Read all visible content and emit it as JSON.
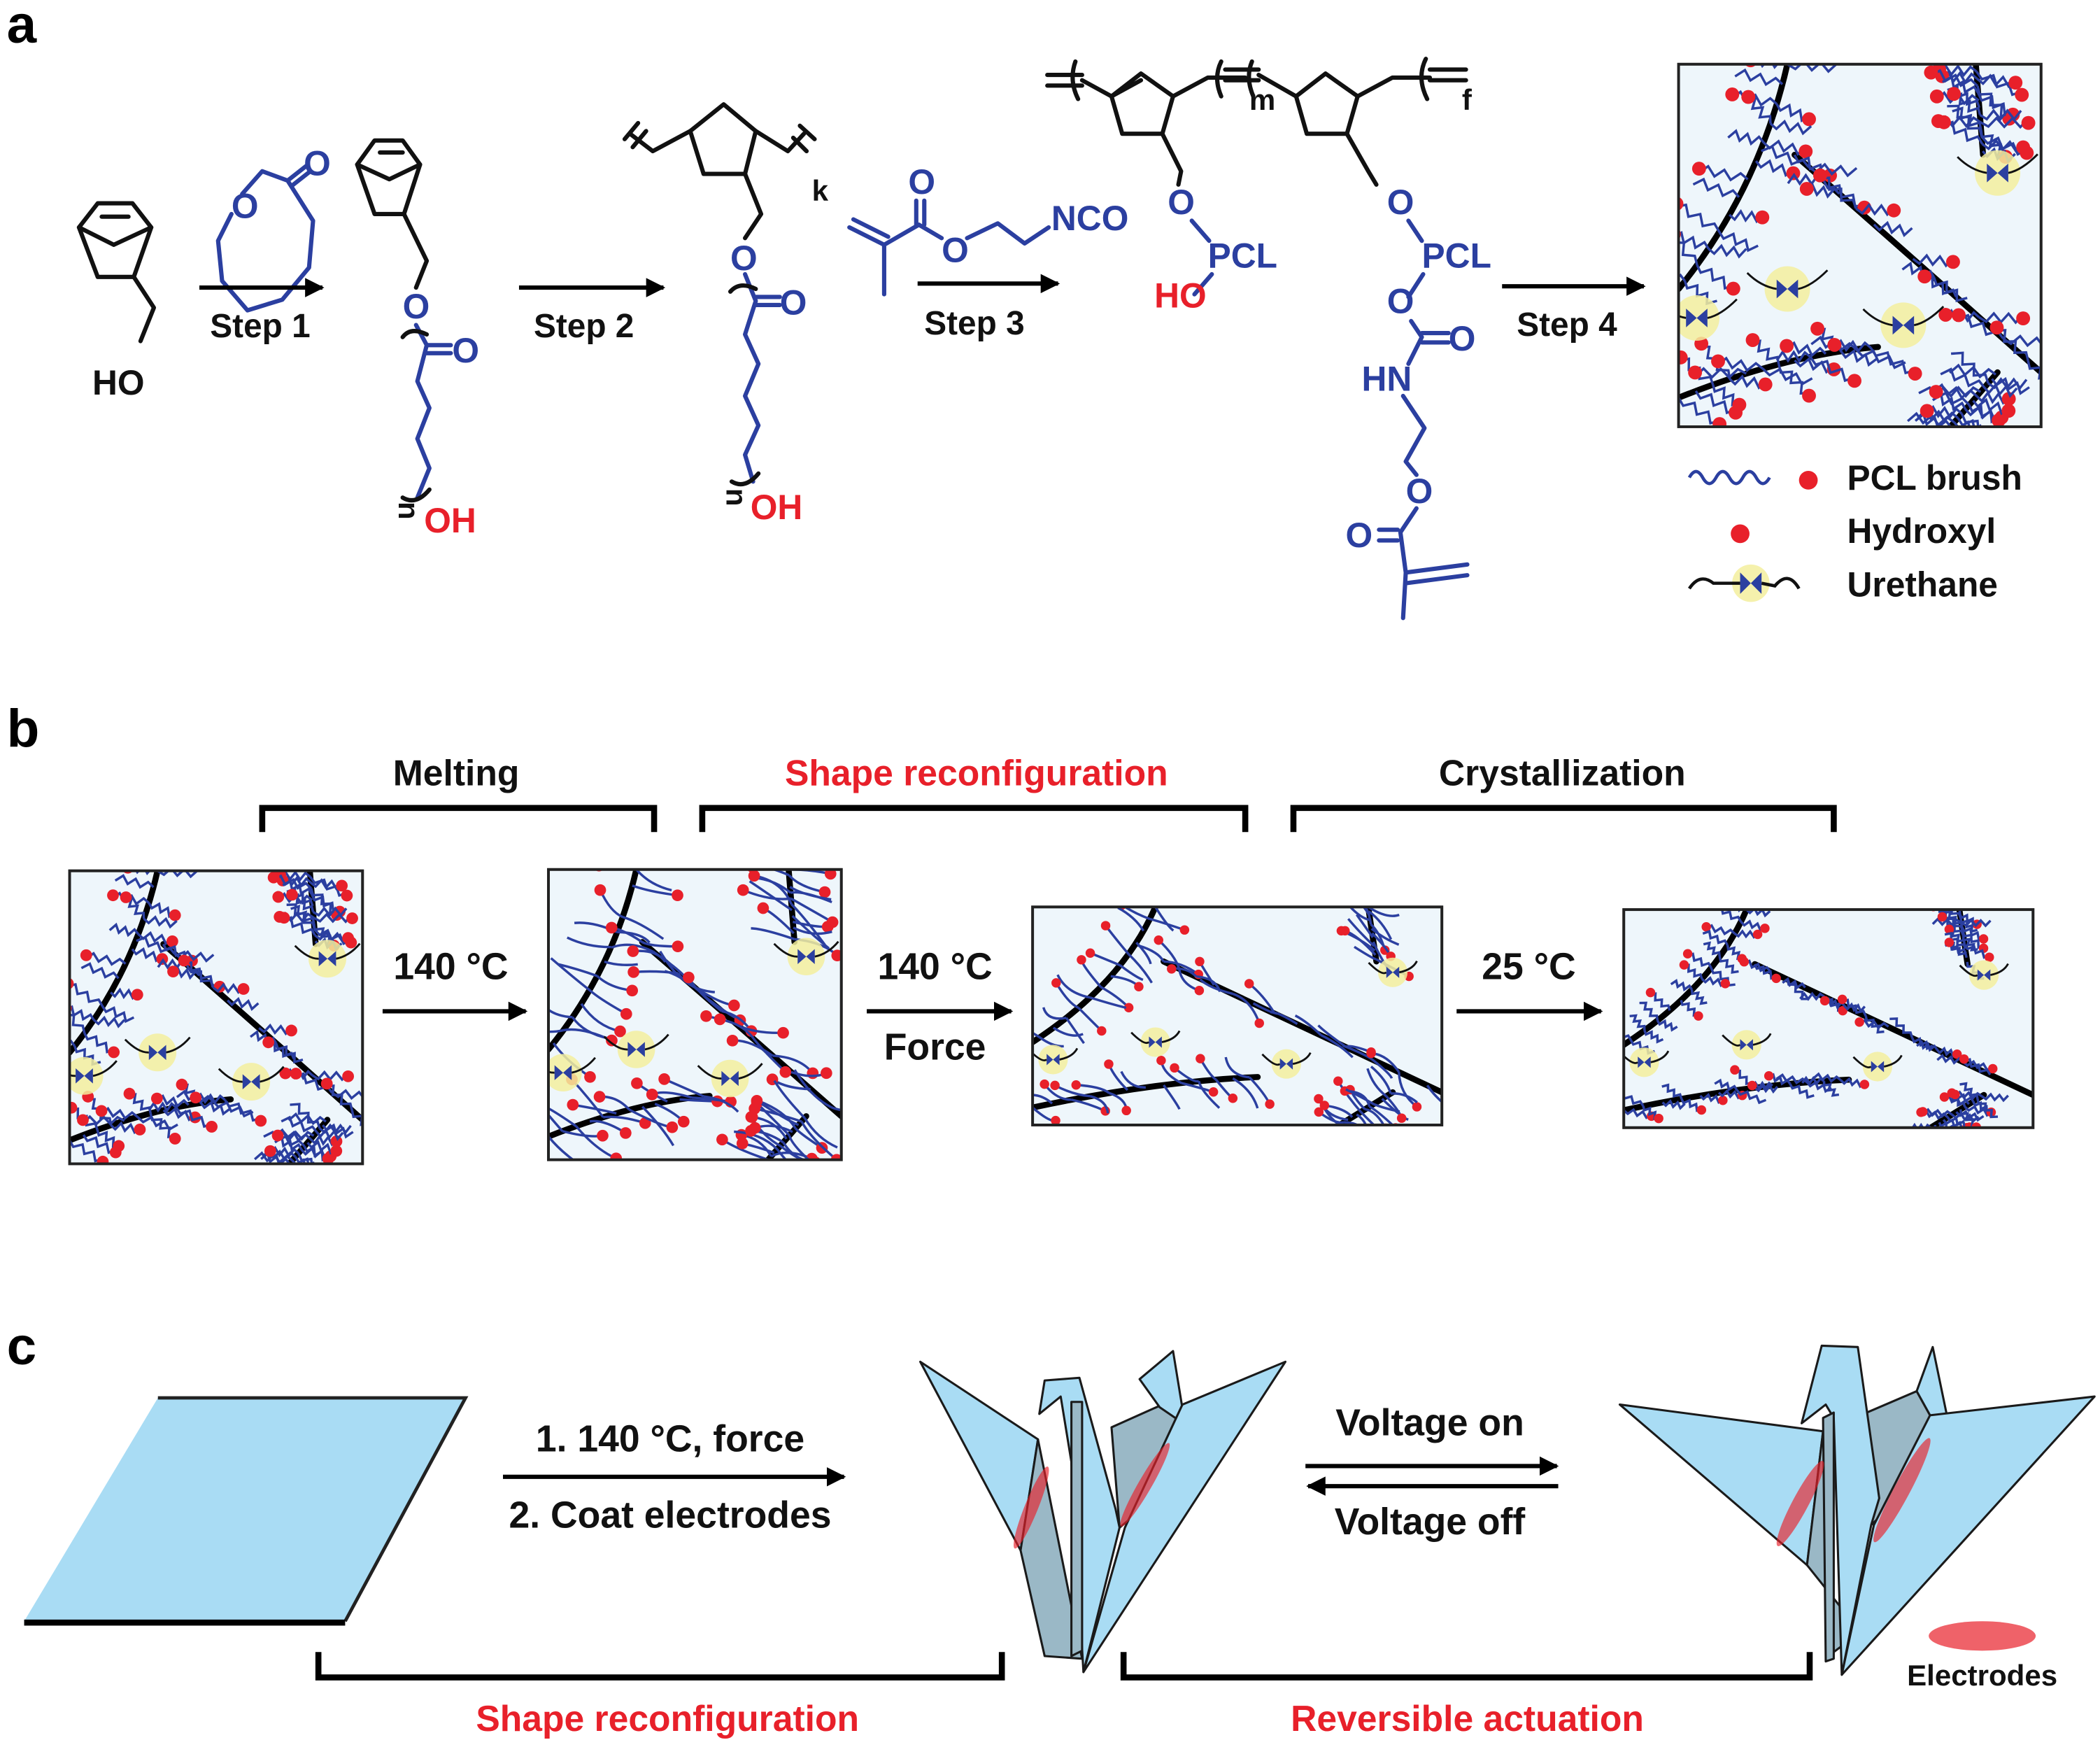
{
  "colors": {
    "pcl_blue": "#2b3fa0",
    "hydroxyl_red": "#e8202a",
    "network_bg": "#eef6fb",
    "urethane_halo": "#f3ee9e",
    "paper_blue": "#a9dcf4",
    "paper_shade": "#9ab8c6",
    "emphasis_red": "#e8202a"
  },
  "panel_a": {
    "letter": "a",
    "start_material": {
      "ho": "HO"
    },
    "caprolactone": {
      "o_ring": "O",
      "o_carbonyl": "O"
    },
    "steps": [
      "Step 1",
      "Step 2",
      "Step 3",
      "Step 4"
    ],
    "macromonomer": {
      "o_ester": "O",
      "o_carbonyl": "O",
      "repeat": "n",
      "oh": "OH"
    },
    "polymer": {
      "o_ester": "O",
      "o_carbonyl": "O",
      "repeat": "n",
      "oh": "OH",
      "backbone_repeat": "k"
    },
    "reagent": {
      "o_carbonyl": "O",
      "o_ester": "O",
      "nco": "NCO"
    },
    "copolymer": {
      "repeat_m": "m",
      "repeat_f": "f",
      "left_o": "O",
      "left_pcl": "PCL",
      "left_ho": "HO",
      "right_o1": "O",
      "right_pcl": "PCL",
      "right_o2": "O",
      "right_carbonyl_o": "O",
      "right_hn": "HN",
      "right_o3": "O",
      "right_o4": "O"
    },
    "legend": [
      {
        "icon": "pcl-brush-icon",
        "label": "PCL brush"
      },
      {
        "icon": "hydroxyl-dot-icon",
        "label": "Hydroxyl"
      },
      {
        "icon": "urethane-crosslink-icon",
        "label": "Urethane"
      }
    ]
  },
  "panel_b": {
    "letter": "b",
    "stages": [
      {
        "label": "Melting",
        "emphasis": false
      },
      {
        "label": "Shape reconfiguration",
        "emphasis": true
      },
      {
        "label": "Crystallization",
        "emphasis": false
      }
    ],
    "transitions": [
      {
        "top": "140 °C",
        "bottom": ""
      },
      {
        "top": "140 °C",
        "bottom": "Force"
      },
      {
        "top": "25 °C",
        "bottom": ""
      }
    ],
    "networks": [
      {
        "state": "crystalline"
      },
      {
        "state": "melted"
      },
      {
        "state": "stretched-melted"
      },
      {
        "state": "recrystallized"
      }
    ]
  },
  "panel_c": {
    "letter": "c",
    "reconfig_step1": "1. 140 °C, force",
    "reconfig_step2": "2. Coat electrodes",
    "voltage_on": "Voltage on",
    "voltage_off": "Voltage off",
    "bracket_left": "Shape reconfiguration",
    "bracket_right": "Reversible actuation",
    "legend_electrodes": "Electrodes"
  }
}
